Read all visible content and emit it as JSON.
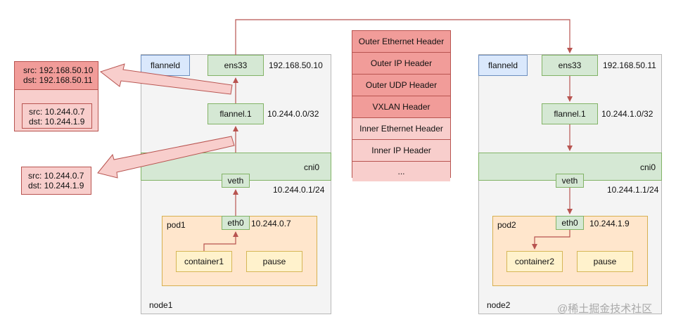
{
  "node1": {
    "label": "node1",
    "flanneld": "flanneld",
    "ens33": "ens33",
    "ens33_ip": "192.168.50.10",
    "flannel": "flannel.1",
    "flannel_ip": "10.244.0.0/32",
    "cni": "cni0",
    "veth": "veth",
    "veth_ip": "10.244.0.1/24",
    "pod": "pod1",
    "eth0": "eth0",
    "eth0_ip": "10.244.0.7",
    "container": "container1",
    "pause": "pause"
  },
  "node2": {
    "label": "node2",
    "flanneld": "flanneld",
    "ens33": "ens33",
    "ens33_ip": "192.168.50.11",
    "flannel": "flannel.1",
    "flannel_ip": "10.244.1.0/32",
    "cni": "cni0",
    "veth": "veth",
    "veth_ip": "10.244.1.1/24",
    "pod": "pod2",
    "eth0": "eth0",
    "eth0_ip": "10.244.1.9",
    "container": "container2",
    "pause": "pause"
  },
  "headers": [
    "Outer Ethernet Header",
    "Outer IP Header",
    "Outer UDP Header",
    "VXLAN Header",
    "Inner Ethernet Header",
    "Inner IP Header",
    "..."
  ],
  "outer_packet": {
    "src": "src: 192.168.50.10",
    "dst": "dst: 192.168.50.11",
    "inner_src": "src: 10.244.0.7",
    "inner_dst": "dst: 10.244.1.9"
  },
  "inner_packet": {
    "src": "src: 10.244.0.7",
    "dst": "dst: 10.244.1.9"
  },
  "watermark": "@稀土掘金技术社区",
  "colors": {
    "green_fill": "#d5e8d4",
    "green_stroke": "#82b366",
    "red_fill": "#f8cecc",
    "red_dark_fill": "#f19c99",
    "red_stroke": "#b85450",
    "orange_fill": "#ffe6cc",
    "yellow_fill": "#fff2cc",
    "blue_fill": "#dae8fc",
    "node_fill": "#f4f4f4"
  }
}
